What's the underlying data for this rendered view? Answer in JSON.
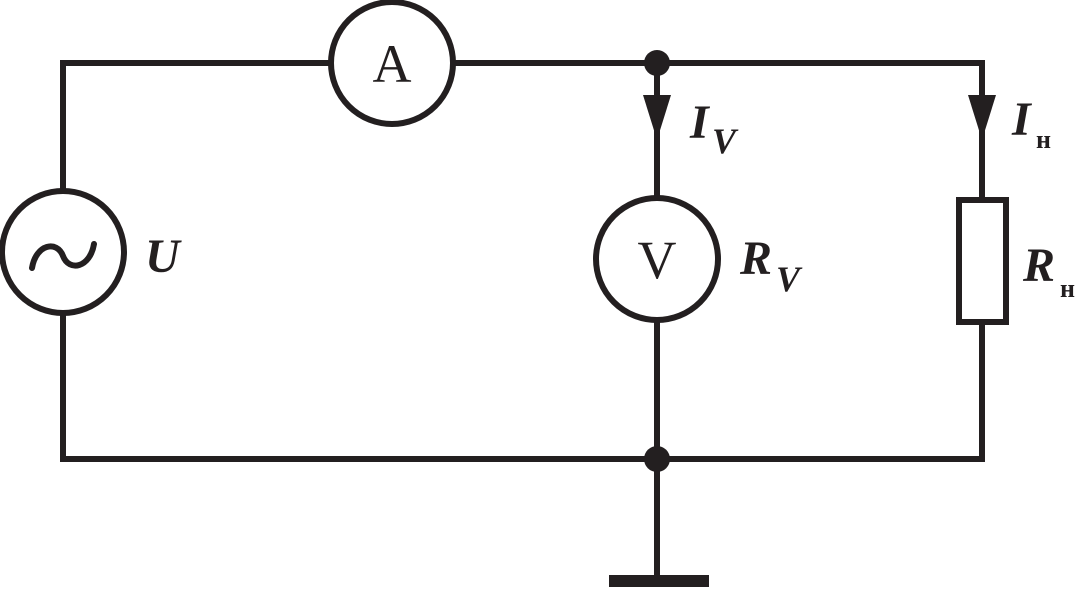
{
  "source": {
    "label": "U",
    "symbol": "sine-wave"
  },
  "ammeter": {
    "letter": "A"
  },
  "voltmeter": {
    "letter": "V"
  },
  "voltmeter_current": {
    "main": "I",
    "sub": "V"
  },
  "voltmeter_resistance": {
    "main": "R",
    "sub": "V"
  },
  "load_current": {
    "main": "I",
    "sub": "н"
  },
  "load_resistance": {
    "main": "R",
    "sub": "н"
  },
  "ground": {
    "symbol": "ground-bar"
  },
  "colors": {
    "line": "#231f20",
    "background": "#ffffff"
  }
}
